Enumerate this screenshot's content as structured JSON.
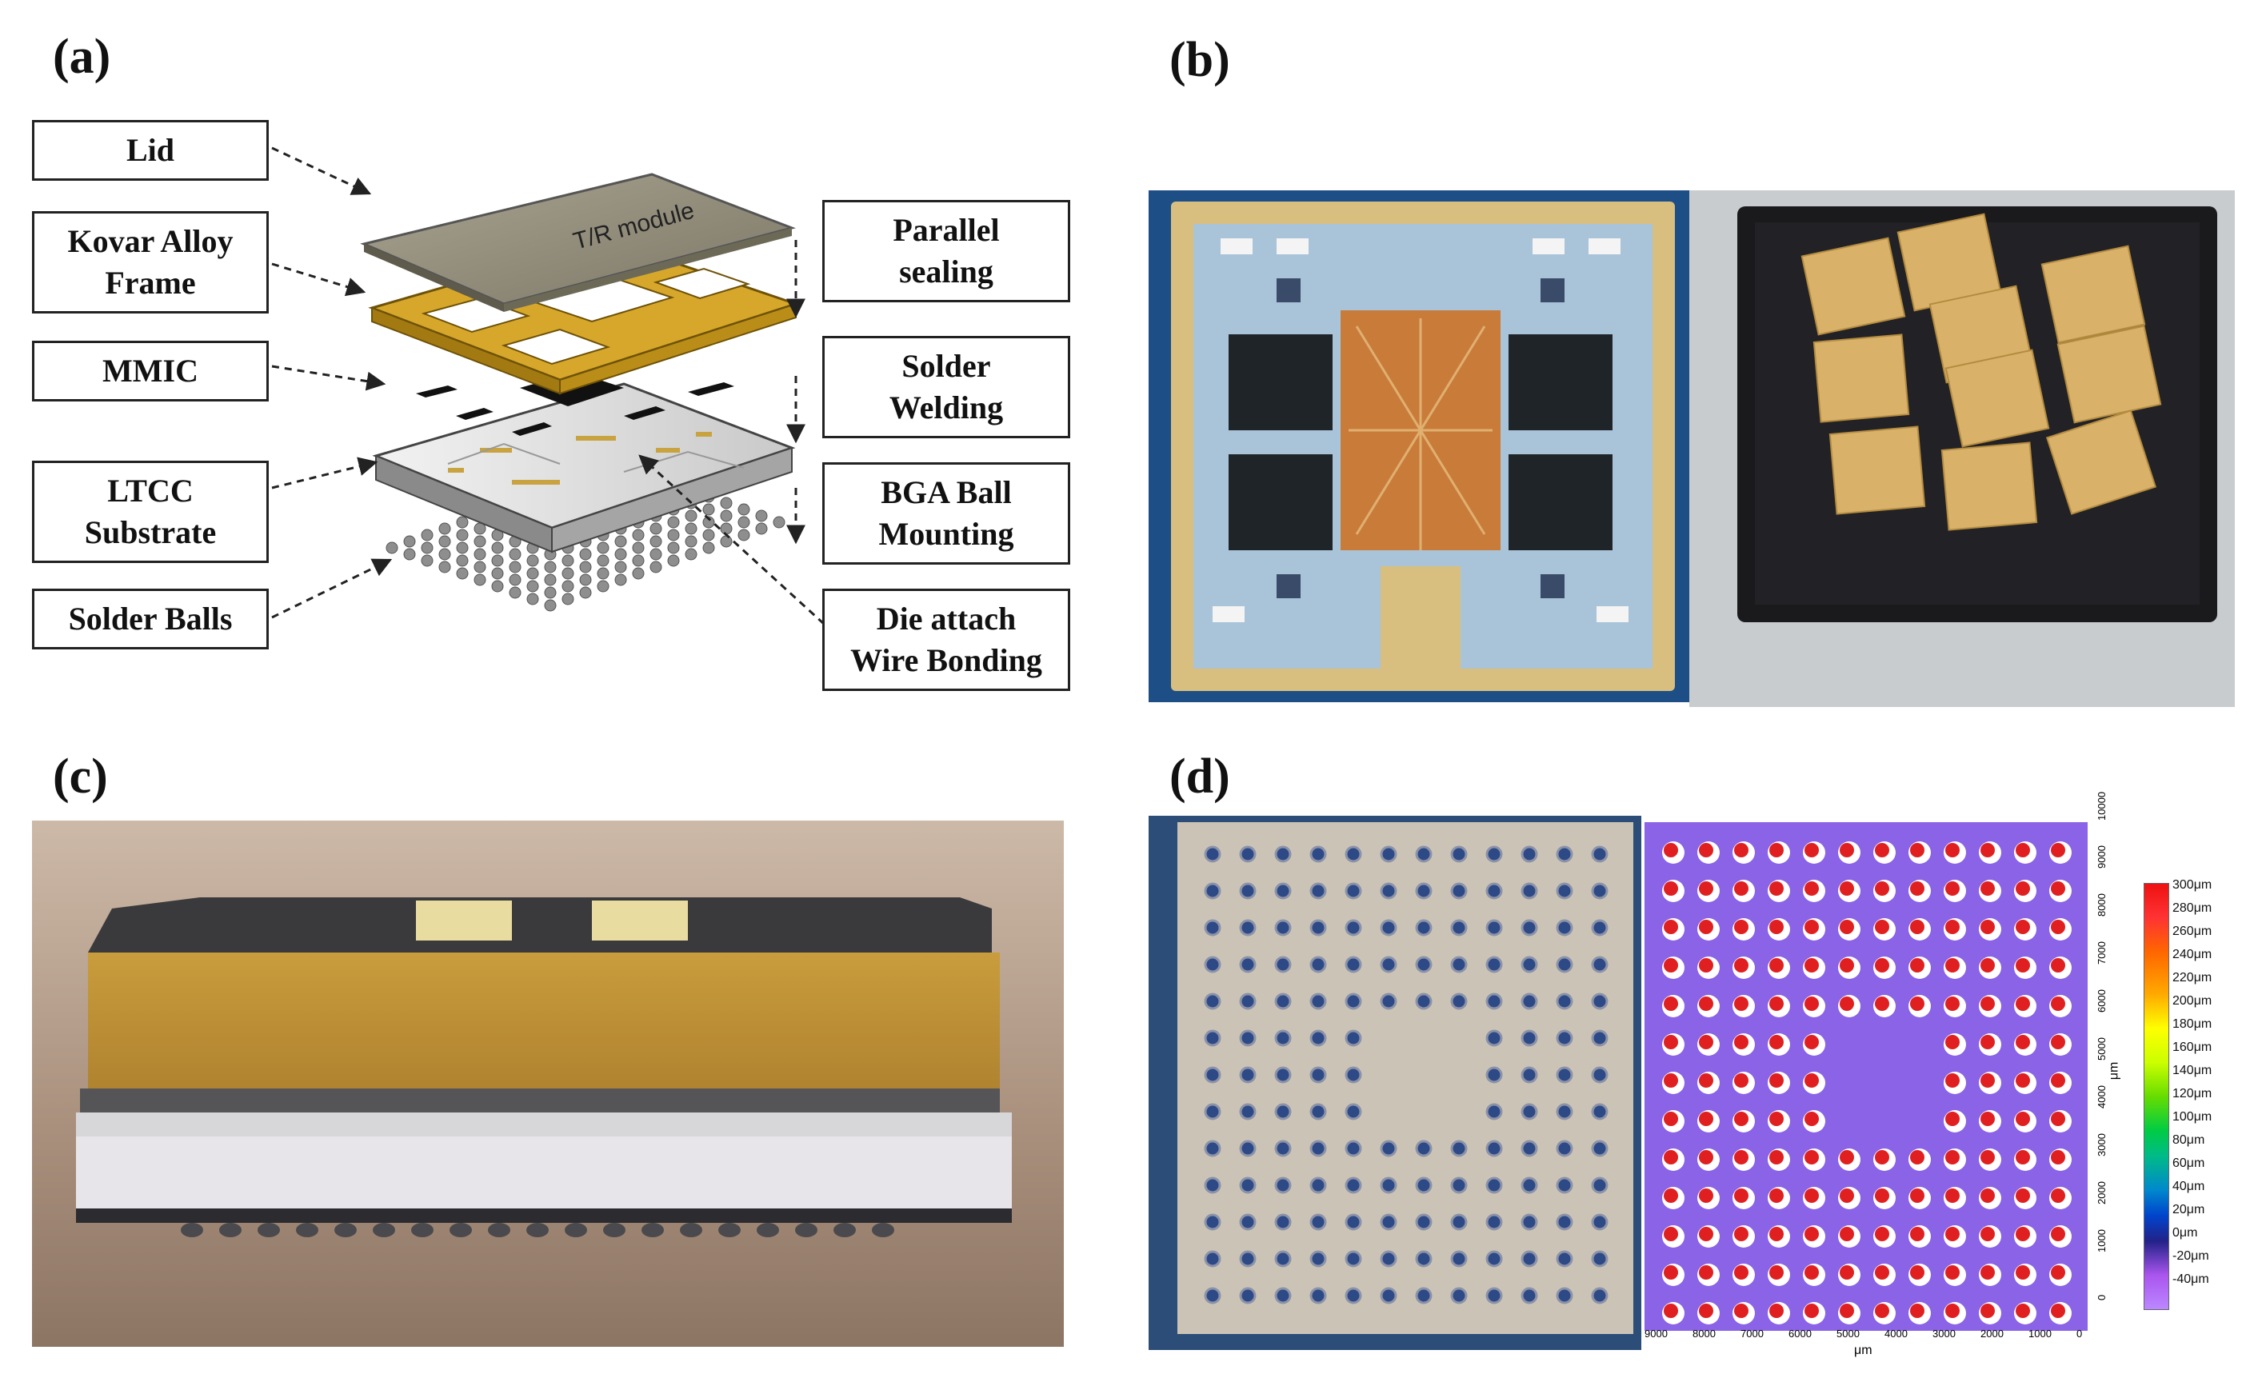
{
  "panels": {
    "a": "(a)",
    "b": "(b)",
    "c": "(c)",
    "d": "(d)"
  },
  "diagram_a": {
    "left_labels": {
      "lid": "Lid",
      "kovar": "Kovar Alloy\nFrame",
      "mmic": "MMIC",
      "ltcc": "LTCC\nSubstrate",
      "solder_balls": "Solder Balls"
    },
    "right_labels": {
      "parallel": "Parallel\nsealing",
      "solder_welding": "Solder\nWelding",
      "bga": "BGA Ball\nMounting",
      "die_attach": "Die attach\nWire Bonding"
    },
    "lid_text": "T/R module"
  },
  "panel_d": {
    "y_ticks": [
      "10000",
      "9000",
      "8000",
      "7000",
      "6000",
      "5000",
      "4000",
      "3000",
      "2000",
      "1000",
      "0"
    ],
    "y_unit": "μm",
    "x_ticks": [
      "9000",
      "8000",
      "7000",
      "6000",
      "5000",
      "4000",
      "3000",
      "2000",
      "1000",
      "0"
    ],
    "x_unit": "μm",
    "colorbar_labels": [
      "300μm",
      "280μm",
      "260μm",
      "240μm",
      "220μm",
      "200μm",
      "180μm",
      "160μm",
      "140μm",
      "120μm",
      "100μm",
      "80μm",
      "60μm",
      "40μm",
      "20μm",
      "0μm",
      "-20μm",
      "-40μm"
    ]
  },
  "colors": {
    "lid": "#8f8a78",
    "kovar": "#d6a72a",
    "ltcc": "#dcdcdc",
    "height_map_bg": "#8a63e6",
    "ball_red": "#e02020"
  }
}
